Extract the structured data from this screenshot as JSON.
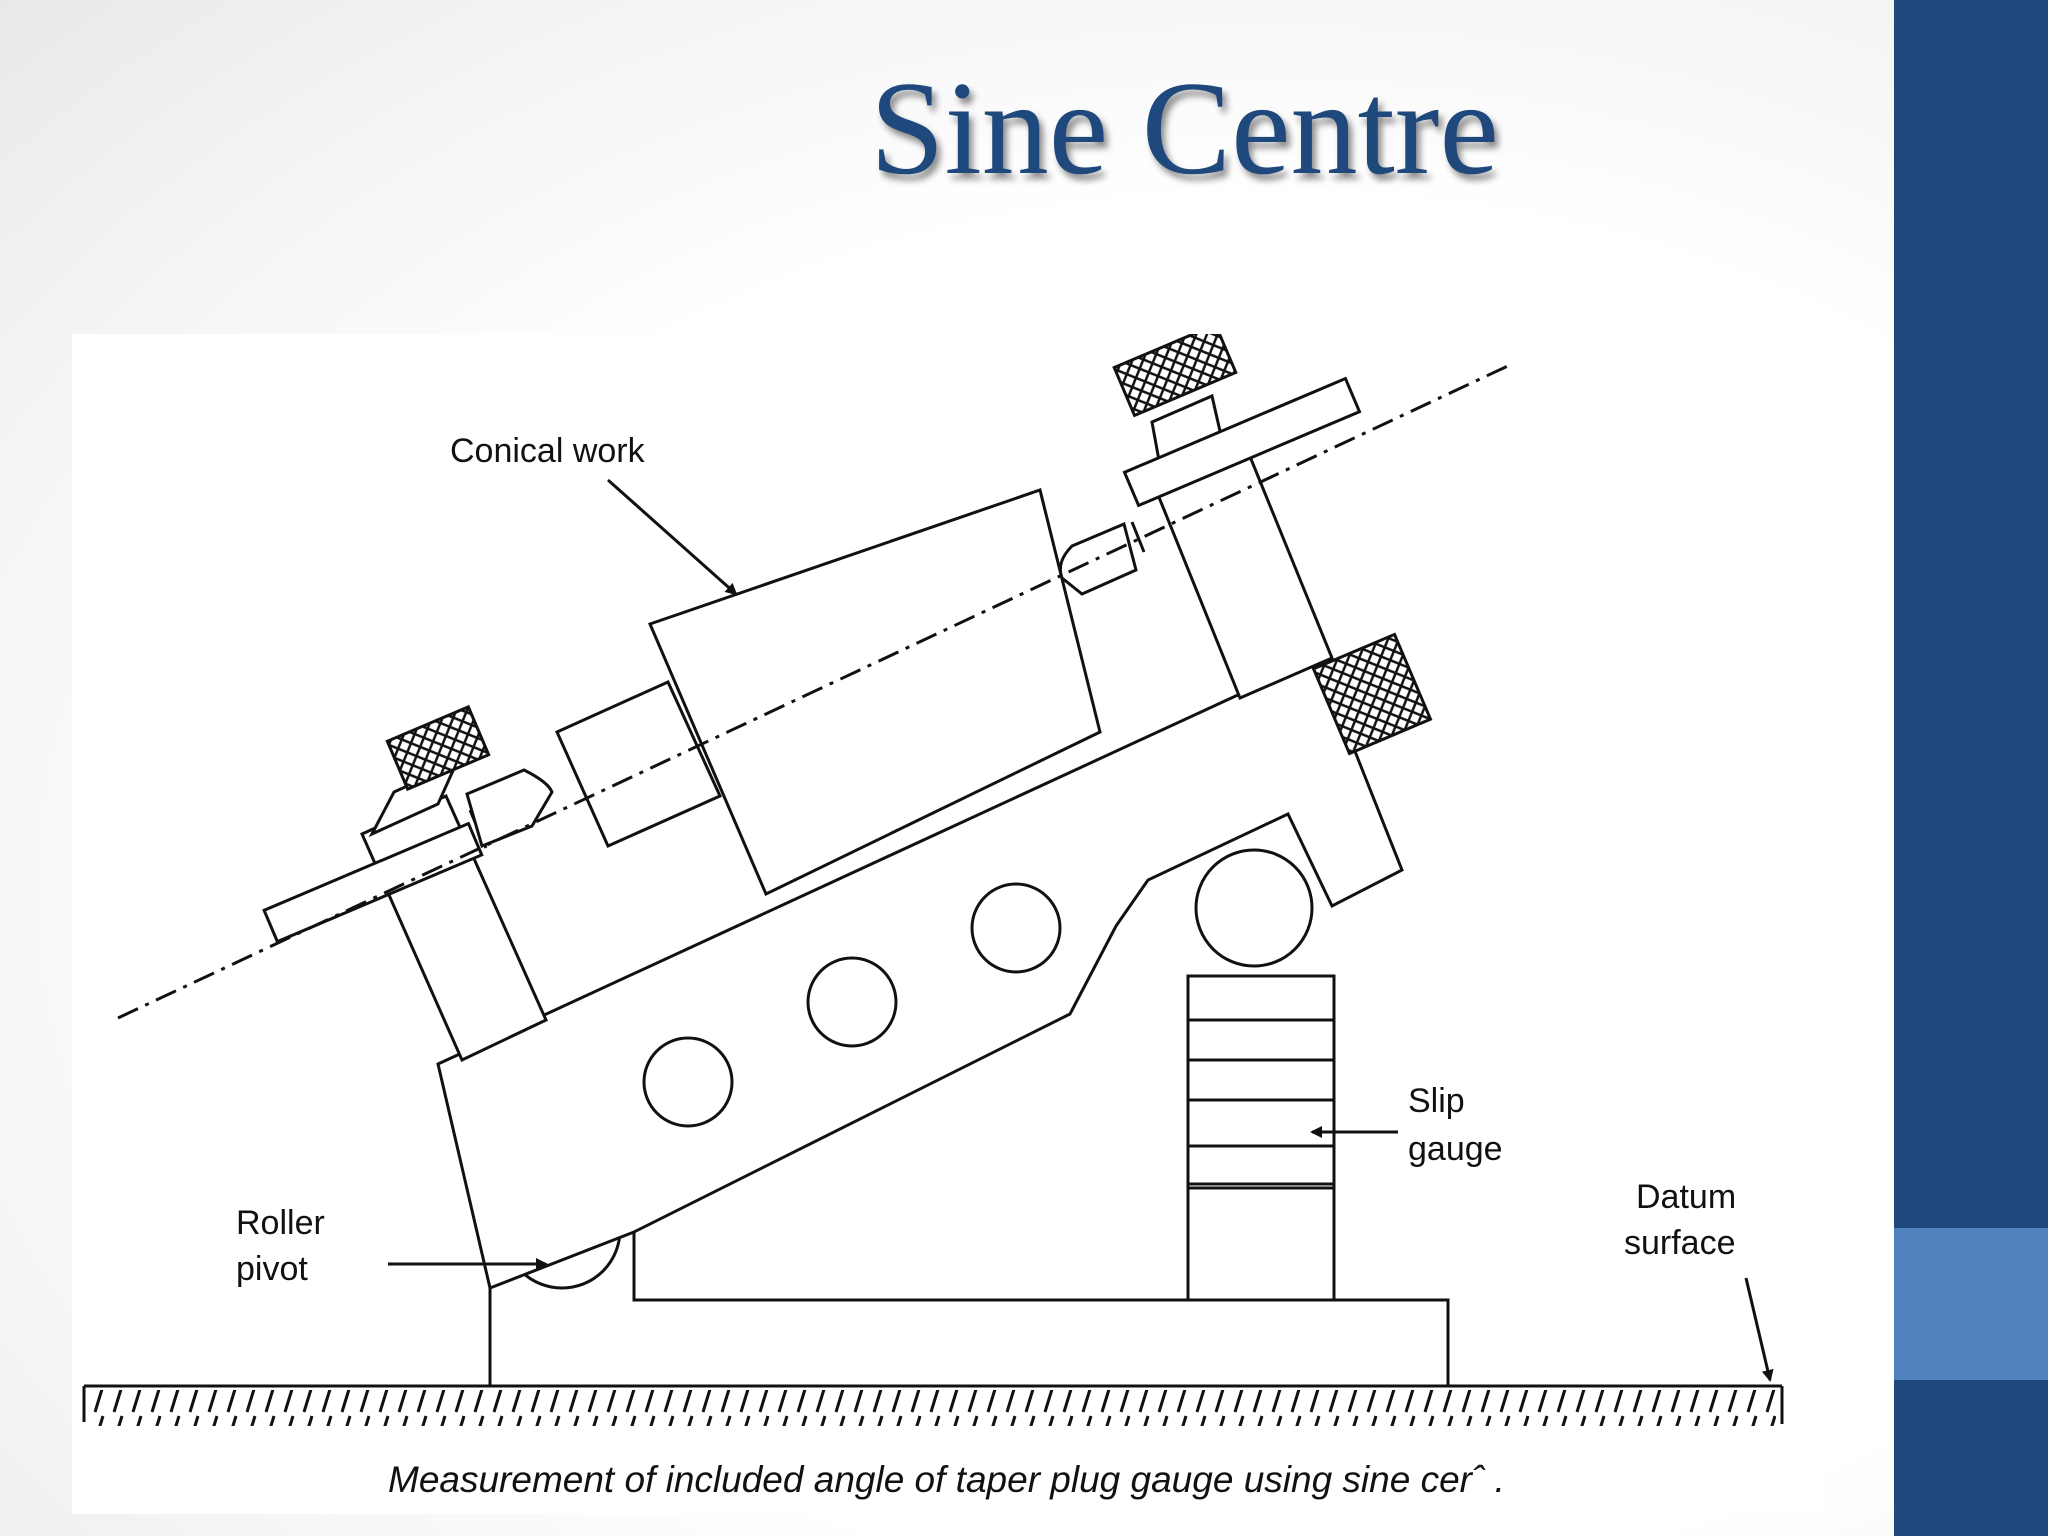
{
  "slide": {
    "title": "Sine Centre",
    "accent_color": "#1f497d",
    "accent_light_color": "#4f81bd"
  },
  "diagram": {
    "labels": {
      "conical_work": "Conical work",
      "slip": "Slip",
      "gauge": "gauge",
      "datum": "Datum",
      "surface": "surface",
      "roller": "Roller",
      "pivot": "pivot"
    },
    "caption": "Measurement of included angle of taper plug gauge using sine cerˆ ."
  }
}
